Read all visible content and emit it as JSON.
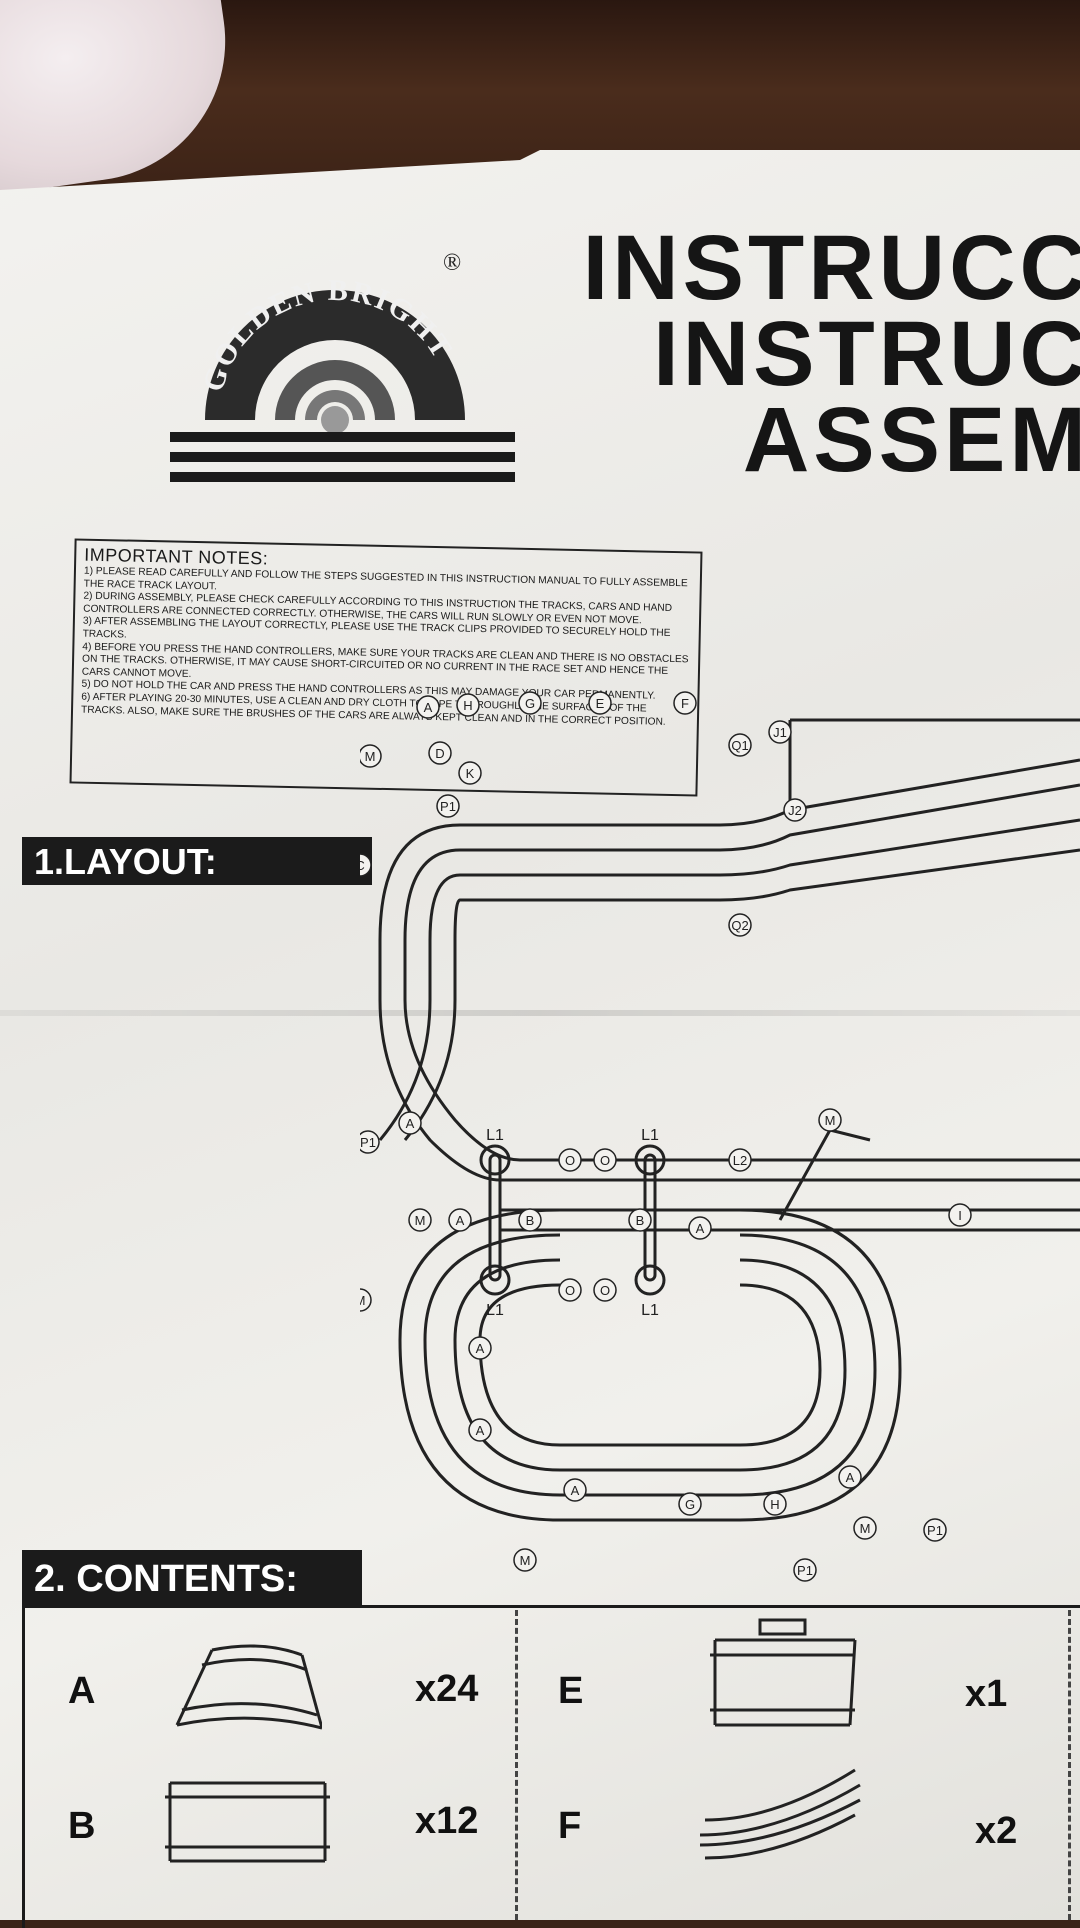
{
  "brand": {
    "name_arc": "GOLDEN BRIGHT",
    "registered": "®"
  },
  "title": {
    "lines": [
      "INSTRUCC",
      "INSTRUC",
      "ASSEM"
    ]
  },
  "notes": {
    "heading": "IMPORTANT NOTES:",
    "items": [
      "1) PLEASE READ CAREFULLY AND FOLLOW THE STEPS SUGGESTED IN THIS INSTRUCTION MANUAL TO FULLY ASSEMBLE THE RACE TRACK LAYOUT.",
      "2) DURING ASSEMBLY, PLEASE CHECK CAREFULLY ACCORDING TO THIS INSTRUCTION THE TRACKS, CARS AND HAND CONTROLLERS ARE CONNECTED CORRECTLY. OTHERWISE, THE CARS WILL RUN SLOWLY OR EVEN NOT MOVE.",
      "3) AFTER ASSEMBLING THE LAYOUT CORRECTLY, PLEASE USE THE TRACK CLIPS PROVIDED TO SECURELY HOLD THE TRACKS.",
      "4) BEFORE YOU PRESS THE HAND CONTROLLERS, MAKE SURE YOUR TRACKS ARE CLEAN AND THERE IS NO OBSTACLES ON THE TRACKS. OTHERWISE, IT MAY CAUSE SHORT-CIRCUITED OR NO CURRENT IN THE RACE SET AND HENCE THE CARS CANNOT MOVE.",
      "5) DO NOT HOLD THE CAR AND PRESS THE HAND CONTROLLERS AS THIS MAY DAMAGE YOUR CAR PERMANENTLY.",
      "6) AFTER PLAYING 20-30 MINUTES, USE A CLEAN AND DRY CLOTH TO WIPE THOROUGHLY THE SURFACES OF THE TRACKS. ALSO, MAKE SURE THE BRUSHES OF THE CARS ARE ALWAYS KEPT CLEAN AND IN THE CORRECT POSITION."
    ]
  },
  "layout": {
    "label": "1.LAYOUT:"
  },
  "contents": {
    "label": "2. CONTENTS:",
    "parts": [
      {
        "letter": "A",
        "qty": "x24"
      },
      {
        "letter": "B",
        "qty": "x12"
      },
      {
        "letter": "E",
        "qty": "x1"
      },
      {
        "letter": "F",
        "qty": "x2"
      }
    ]
  },
  "diagram_labels": {
    "A": "A",
    "B": "B",
    "C": "C",
    "D": "D",
    "E": "E",
    "F": "F",
    "G": "G",
    "H": "H",
    "I": "I",
    "J1": "J1",
    "J2": "J2",
    "K": "K",
    "L1": "L1",
    "L2": "L2",
    "M": "M",
    "O": "O",
    "P1": "P1",
    "Q1": "Q1",
    "Q2": "Q2"
  },
  "colors": {
    "ink": "#151515",
    "paper": "#efeeea",
    "wood": "#3a2418"
  }
}
